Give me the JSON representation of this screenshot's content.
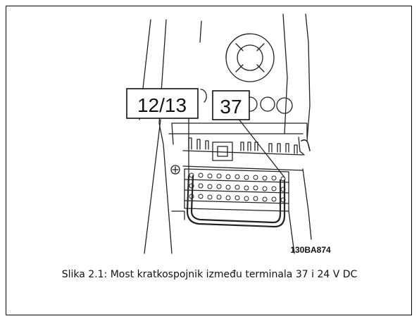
{
  "figure": {
    "labels": {
      "terminal_left": "12/13",
      "terminal_right": "37"
    },
    "code": "130BA874",
    "caption": "Slika 2.1: Most kratkospojnik između terminala 37 i 24 V DC"
  }
}
